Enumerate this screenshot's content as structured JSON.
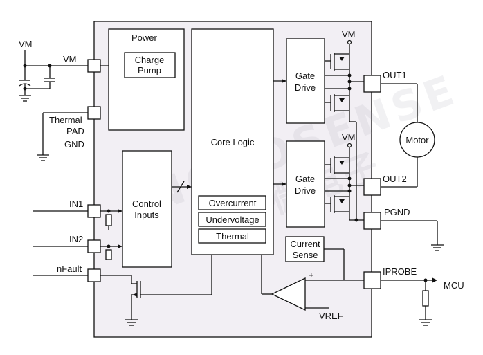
{
  "supply": {
    "vm_top": "VM",
    "vm_pin": "VM"
  },
  "pins_left": {
    "thermal_line1": "Thermal",
    "thermal_line2": "PAD",
    "gnd": "GND",
    "in1": "IN1",
    "in2": "IN2",
    "nfault": "nFault"
  },
  "blocks": {
    "power": "Power",
    "charge_pump_line1": "Charge",
    "charge_pump_line2": "Pump",
    "core_logic": "Core Logic",
    "control_line1": "Control",
    "control_line2": "Inputs",
    "overcurrent": "Overcurrent",
    "undervoltage": "Undervoltage",
    "thermal": "Thermal",
    "gate_drive_line1": "Gate",
    "gate_drive_line2": "Drive",
    "current_sense_line1": "Current",
    "current_sense_line2": "Sense"
  },
  "pins_right": {
    "out1": "OUT1",
    "out2": "OUT2",
    "pgnd": "PGND",
    "iprobe": "IPROBE"
  },
  "external": {
    "motor": "Motor",
    "mcu": "MCU",
    "vref": "VREF",
    "vm_bridge": "VM"
  },
  "comparator": {
    "plus": "+",
    "minus": "-"
  },
  "watermark": {
    "latin": "NOVOSENSE",
    "cjk": "纳芯微电子"
  },
  "colors": {
    "chip_fill": "#f2eff4",
    "line": "#111111"
  }
}
